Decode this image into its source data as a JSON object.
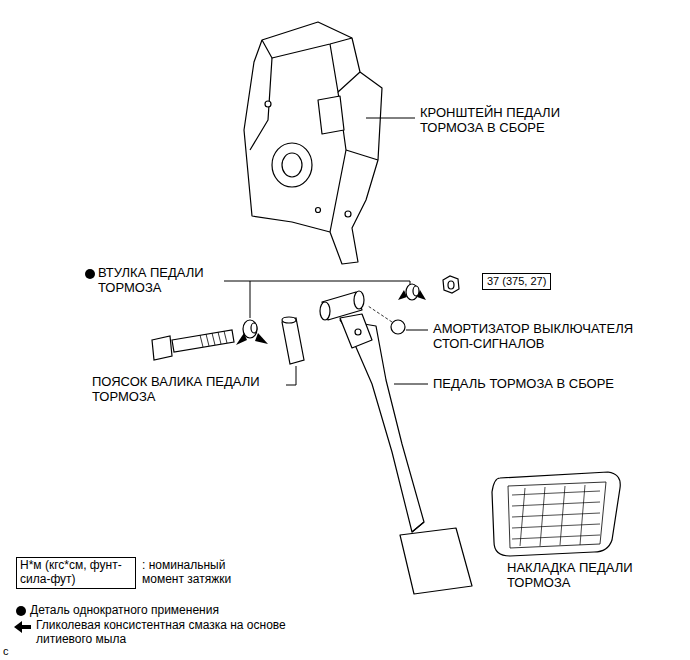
{
  "diagram": {
    "nodes": [
      {
        "text": [
          "37 (375, 27)"
        ]
      },
      {
        "text": [
          "Н*м (кгс*см, фунт-сила-фут)"
        ]
      }
    ],
    "labels": [
      "КРОНШТЕЙН ПЕДАЛИ ТОРМОЗА В СБОРЕ",
      "ВТУЛКА ПЕДАЛИ ТОРМОЗА",
      "АМОРТИЗАТОР ВЫКЛЮЧАТЕЛЯ СТОП-СИГНАЛОВ",
      "ПОЯСОК ВАЛИКА ПЕДАЛИ ТОРМОЗА",
      "ПЕДАЛЬ ТОРМОЗА В СБОРЕ",
      "НАКЛАДКА ПЕДАЛИ ТОРМОЗА",
      "c"
    ],
    "legend": [
      {
        "text": ": номинальный момент затяжки"
      },
      {
        "text": "Деталь однократного применения"
      },
      {
        "text": "Гликолевая консистентная смазка на основе литиевого мыла"
      }
    ]
  }
}
